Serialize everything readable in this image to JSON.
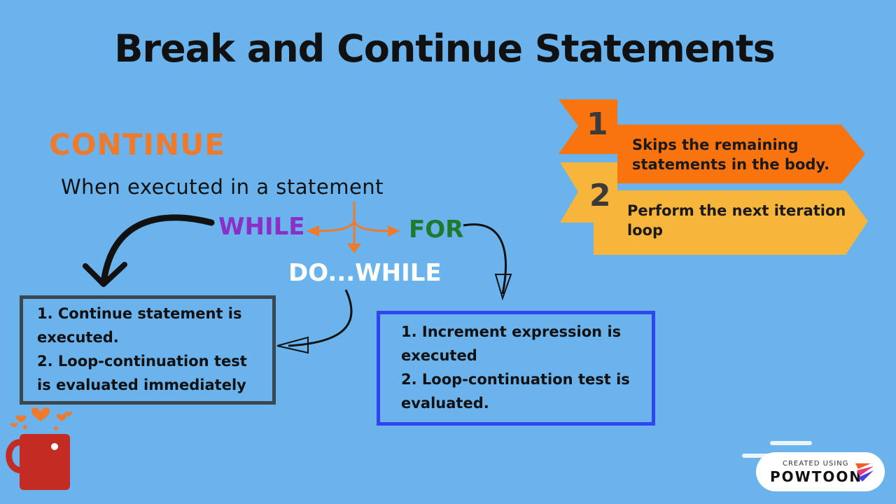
{
  "title": "Break and Continue Statements",
  "continue_heading": "CONTINUE",
  "description": "When executed in a statement",
  "keywords": {
    "while": "WHILE",
    "for": "FOR",
    "do_while": "DO...WHILE"
  },
  "left_box": {
    "lines": [
      "1. Continue statement is",
      "executed.",
      "2. Loop-continuation test",
      "is evaluated immediately"
    ]
  },
  "right_box": {
    "lines": [
      "1. Increment expression is",
      "executed",
      "2. Loop-continuation test is",
      "evaluated."
    ]
  },
  "ribbons": [
    {
      "number": "1",
      "lines": [
        "Skips the remaining",
        "statements in the body."
      ]
    },
    {
      "number": "2",
      "lines": [
        "Perform the next iteration",
        "loop"
      ]
    }
  ],
  "watermark": {
    "small": "CREATED USING",
    "brand": "POWTOON"
  },
  "colors": {
    "background": "#6ab3ec",
    "ribbon1": "#f9730f",
    "ribbon2": "#f7b53b",
    "continue": "#f07a2c",
    "while": "#8b2fc9",
    "for": "#1e7b2e",
    "left_box_border": "#3b4650",
    "right_box_border": "#2f46ef",
    "mug": "#c42b23"
  },
  "icons": [
    "orange-arrows-icon",
    "curved-arrow-icon",
    "coffee-mug-icon",
    "heart-icon",
    "powtoon-logo-icon"
  ]
}
